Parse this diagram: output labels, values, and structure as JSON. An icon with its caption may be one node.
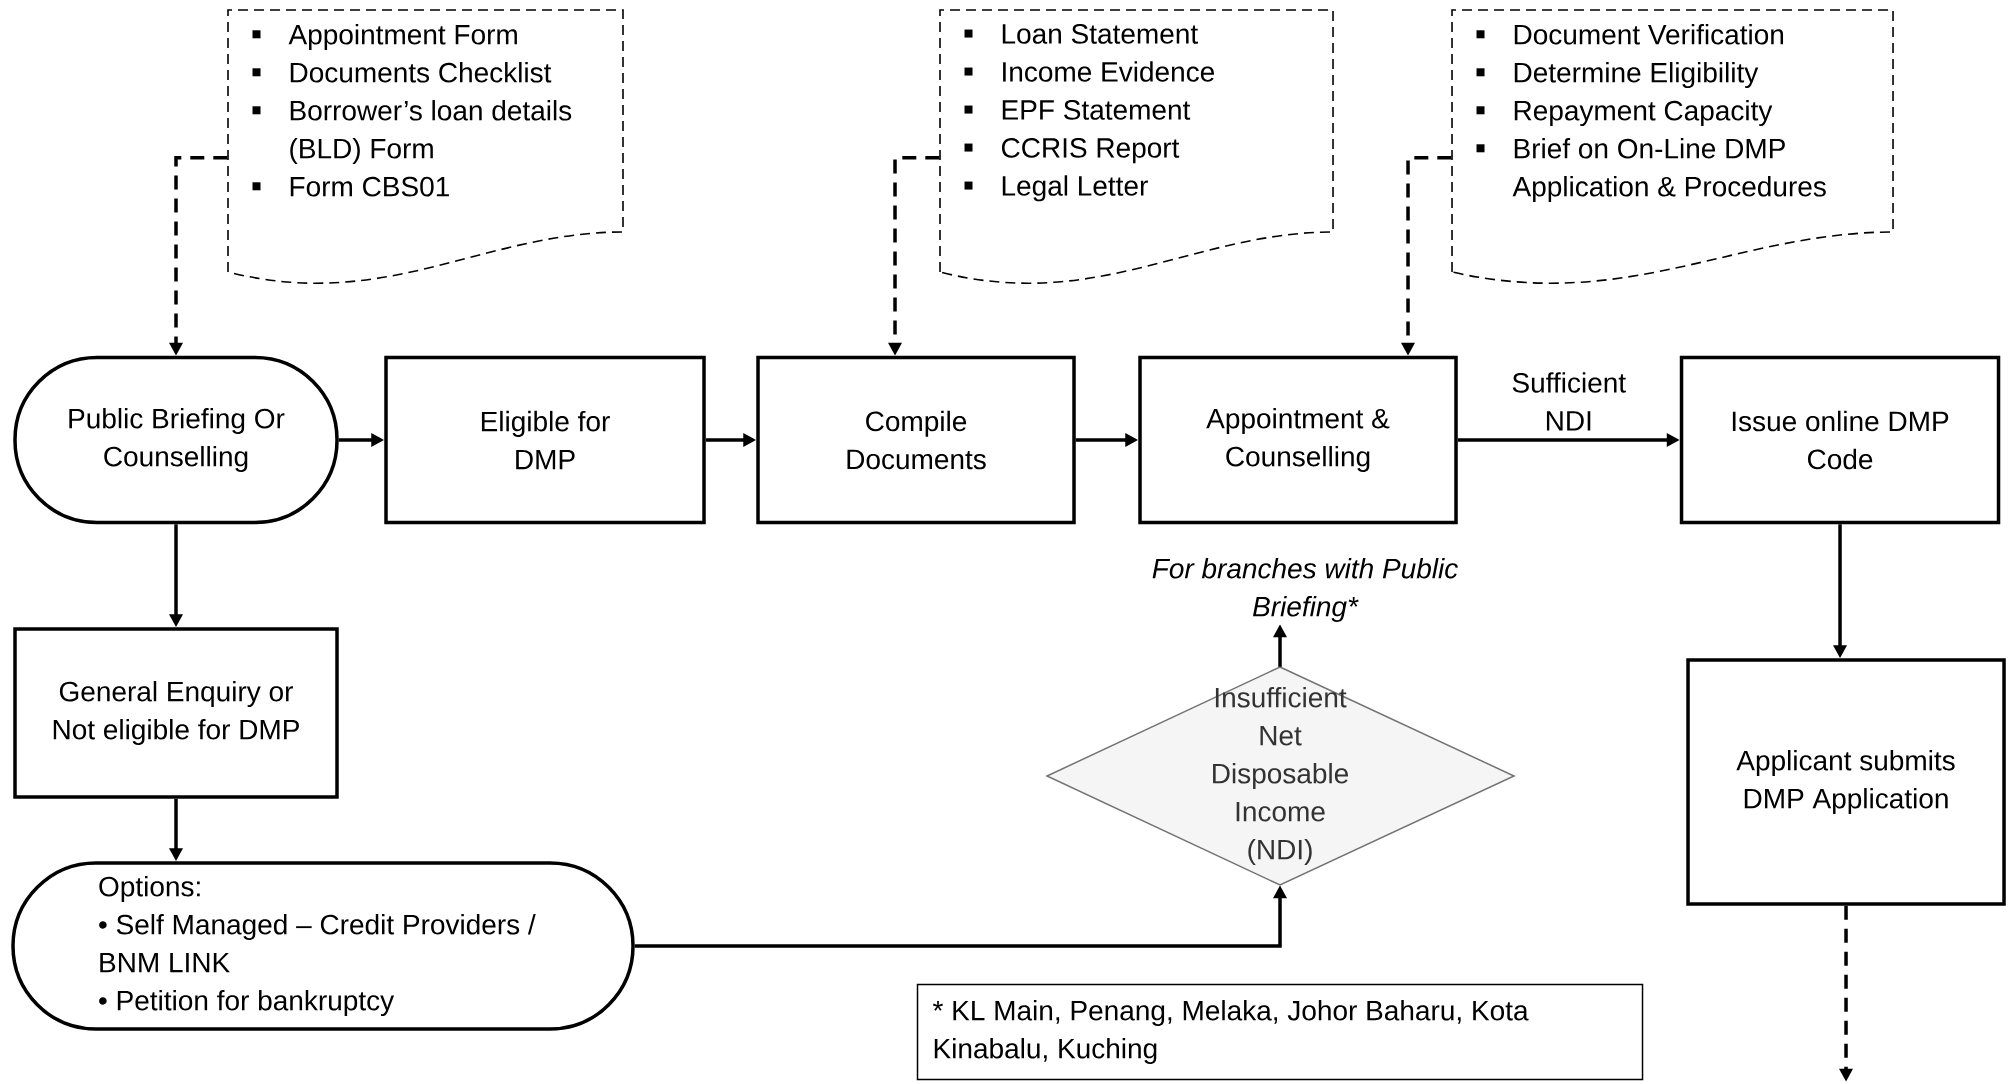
{
  "diagram": {
    "nodes": [
      {
        "text": [
          "Appointment Form",
          "Documents Checklist",
          "Borrower’s loan details (BLD) Form",
          "Form CBS01"
        ]
      },
      {
        "text": [
          "Loan Statement",
          "Income Evidence",
          "EPF Statement",
          "CCRIS Report",
          "Legal Letter"
        ]
      },
      {
        "text": [
          "Document Verification",
          "Determine Eligibility",
          "Repayment Capacity",
          "Brief on On-Line DMP Application & Procedures"
        ]
      },
      {
        "text": [
          "Public Briefing Or Counselling"
        ]
      },
      {
        "text": [
          "Eligible for DMP"
        ]
      },
      {
        "text": [
          "Compile Documents"
        ]
      },
      {
        "text": [
          "Appointment & Counselling"
        ]
      },
      {
        "text": [
          "Issue  online DMP Code"
        ]
      },
      {
        "text": [
          "General Enquiry or Not eligible for DMP"
        ]
      },
      {
        "text": [
          "Insufficient Net Disposable Income (NDI)"
        ]
      },
      {
        "text": [
          "For branches with Public Briefing*"
        ]
      },
      {
        "text": [
          "Applicant submits DMP Application"
        ]
      },
      {
        "text": [
          "Options:",
          "• Self Managed – Credit Providers / BNM LINK",
          "• Petition for bankruptcy"
        ]
      },
      {
        "text": [
          "* KL Main, Penang, Melaka, Johor Baharu, Kota Kinabalu, Kuching"
        ]
      }
    ],
    "edges": [
      {
        "from": 0,
        "to": 3,
        "arrow": "to",
        "style": "dashed"
      },
      {
        "from": 1,
        "to": 5,
        "arrow": "to",
        "style": "dashed"
      },
      {
        "from": 2,
        "to": 6,
        "arrow": "to",
        "style": "dashed"
      },
      {
        "from": 3,
        "to": 4,
        "arrow": "to"
      },
      {
        "from": 4,
        "to": 5,
        "arrow": "to"
      },
      {
        "from": 5,
        "to": 6,
        "arrow": "to"
      },
      {
        "from": 6,
        "to": 7,
        "arrow": "to",
        "label": "Sufficient NDI"
      },
      {
        "from": 3,
        "to": 8,
        "arrow": "to"
      },
      {
        "from": 8,
        "to": 12,
        "arrow": "to"
      },
      {
        "from": 12,
        "to": 9,
        "arrow": "to"
      },
      {
        "from": 9,
        "to": 10,
        "arrow": "to"
      },
      {
        "from": 7,
        "to": 11,
        "arrow": "to"
      },
      {
        "from": 11,
        "to": null,
        "arrow": "to",
        "style": "dashed"
      }
    ]
  }
}
